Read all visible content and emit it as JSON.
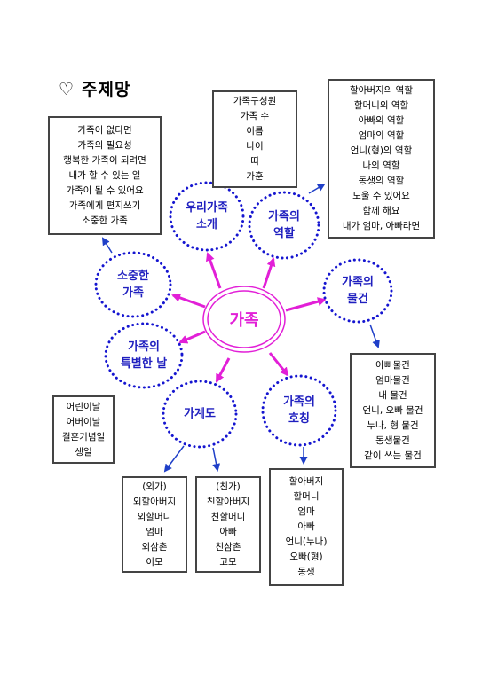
{
  "title": {
    "icon": "heart-outline-icon",
    "text": "♡",
    "label": "주제망"
  },
  "center": {
    "label": "가족"
  },
  "colors": {
    "center": "#e21fd7",
    "node_text": "#1f1fbf",
    "node_border": "#1515d0",
    "arrow_center": "#e21fd7",
    "arrow_blue": "#1f3fc8"
  },
  "nodes": [
    {
      "id": "our-family",
      "lines": [
        "우리가족",
        "소개"
      ]
    },
    {
      "id": "roles",
      "lines": [
        "가족의",
        "역할"
      ]
    },
    {
      "id": "items",
      "lines": [
        "가족의",
        "물건"
      ]
    },
    {
      "id": "address",
      "lines": [
        "가족의",
        "호칭"
      ]
    },
    {
      "id": "family-tree",
      "lines": [
        "가계도"
      ]
    },
    {
      "id": "special-day",
      "lines": [
        "가족의",
        "특별한 날"
      ]
    },
    {
      "id": "precious",
      "lines": [
        "소중한",
        "가족"
      ]
    }
  ],
  "boxes": {
    "precious": [
      "가족이 없다면",
      "가족의 필요성",
      "행복한 가족이 되려면",
      "내가 할 수 있는 일",
      "가족이 될 수 있어요",
      "가족에게 편지쓰기",
      "소중한 가족"
    ],
    "our_family": [
      "가족구성원",
      "가족 수",
      "이름",
      "나이",
      "띠",
      "가훈"
    ],
    "roles": [
      "할아버지의 역할",
      "할머니의 역할",
      "아빠의 역할",
      "엄마의 역할",
      "언니(형)의 역할",
      "나의 역할",
      "동생의 역할",
      "도울 수 있어요",
      "함께 해요",
      "내가 엄마, 아빠라면"
    ],
    "items": [
      "아빠물건",
      "엄마물건",
      "내 물건",
      "언니, 오빠 물건",
      "누나, 형 물건",
      "동생물건",
      "같이 쓰는 물건"
    ],
    "special_day": [
      "어린이날",
      "어버이날",
      "결혼기념일",
      "생일"
    ],
    "maternal": [
      "(외가)",
      "외할아버지",
      "외할머니",
      "엄마",
      "외삼촌",
      "이모"
    ],
    "paternal": [
      "(친가)",
      "친할아버지",
      "친할머니",
      "아빠",
      "친삼촌",
      "고모"
    ],
    "address": [
      "할아버지",
      "할머니",
      "엄마",
      "아빠",
      "언니(누나)",
      "오빠(형)",
      "동생"
    ]
  }
}
